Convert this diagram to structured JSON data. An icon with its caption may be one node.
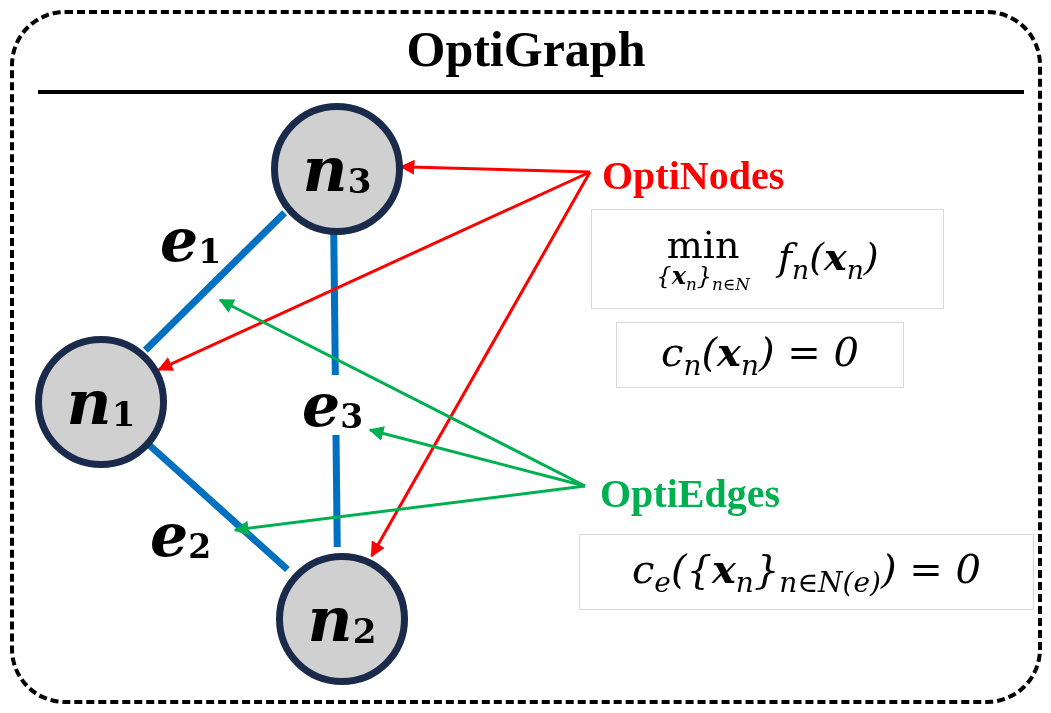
{
  "diagram": {
    "nodes": [
      {
        "text": [
          "OptiGraph"
        ]
      },
      {
        "text": [
          "n$_{3}$"
        ],
        "in": 0
      },
      {
        "text": [
          "n$_{1}$"
        ],
        "in": 0
      },
      {
        "text": [
          "n$_{2}$"
        ],
        "in": 0
      },
      {
        "text": [
          "OptiNodes"
        ],
        "in": 0
      },
      {
        "text": [
          "OptiEdges"
        ],
        "in": 0
      },
      {
        "text": [
          "min",
          "{**x**$_{n}$}$_{n∈N}$",
          "f$_{n}$(**x**$_{n}$)"
        ],
        "in": 0
      },
      {
        "text": [
          "c$_{n}$(**x**$_{n}$) = 0"
        ],
        "in": 0
      },
      {
        "text": [
          "c$_{e}$({**x**$_{n}$}$_{n∈N(e)}$) = 0"
        ],
        "in": 0
      }
    ],
    "edges": [
      {
        "from": 2,
        "to": 1,
        "arrow": "none",
        "label": "e$_{1}$",
        "style": "thick",
        "color": "#0070c0"
      },
      {
        "from": 2,
        "to": 3,
        "arrow": "none",
        "label": "e$_{2}$",
        "style": "thick",
        "color": "#0070c0"
      },
      {
        "from": 1,
        "to": 3,
        "arrow": "none",
        "label": "e$_{3}$",
        "style": "thick",
        "color": "#0070c0"
      },
      {
        "from": 4,
        "to": 1,
        "arrow": "to",
        "color": "#ff0000"
      },
      {
        "from": 4,
        "to": 2,
        "arrow": "to",
        "color": "#ff0000"
      },
      {
        "from": 4,
        "to": 3,
        "arrow": "to",
        "color": "#ff0000"
      },
      {
        "from": 5,
        "to": null,
        "arrow": "to",
        "color": "#00b050"
      },
      {
        "from": 5,
        "to": null,
        "arrow": "to",
        "color": "#00b050"
      },
      {
        "from": 5,
        "to": null,
        "arrow": "to",
        "color": "#00b050"
      }
    ]
  }
}
